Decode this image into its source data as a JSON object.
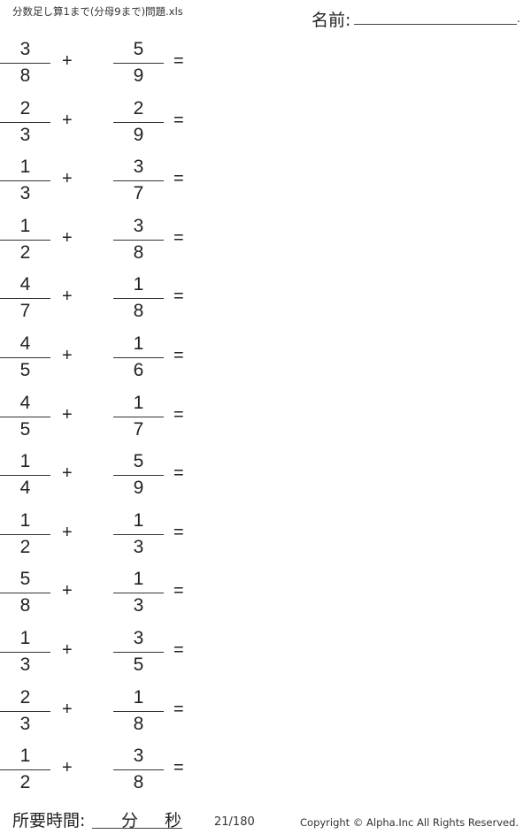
{
  "header": {
    "title": "分数足し算1まで(分母9まで)問題.xls",
    "name_label": "名前:",
    "name_end": "."
  },
  "problems": [
    {
      "a": [
        "3",
        "8"
      ],
      "b": [
        "5",
        "9"
      ]
    },
    {
      "a": [
        "2",
        "3"
      ],
      "b": [
        "2",
        "9"
      ]
    },
    {
      "a": [
        "1",
        "3"
      ],
      "b": [
        "3",
        "7"
      ]
    },
    {
      "a": [
        "1",
        "2"
      ],
      "b": [
        "3",
        "8"
      ]
    },
    {
      "a": [
        "4",
        "7"
      ],
      "b": [
        "1",
        "8"
      ]
    },
    {
      "a": [
        "4",
        "5"
      ],
      "b": [
        "1",
        "6"
      ]
    },
    {
      "a": [
        "4",
        "5"
      ],
      "b": [
        "1",
        "7"
      ]
    },
    {
      "a": [
        "1",
        "4"
      ],
      "b": [
        "5",
        "9"
      ]
    },
    {
      "a": [
        "1",
        "2"
      ],
      "b": [
        "1",
        "3"
      ]
    },
    {
      "a": [
        "5",
        "8"
      ],
      "b": [
        "1",
        "3"
      ]
    },
    {
      "a": [
        "1",
        "3"
      ],
      "b": [
        "3",
        "5"
      ]
    },
    {
      "a": [
        "2",
        "3"
      ],
      "b": [
        "1",
        "8"
      ]
    },
    {
      "a": [
        "1",
        "2"
      ],
      "b": [
        "3",
        "8"
      ]
    }
  ],
  "symbols": {
    "plus": "+",
    "equals": "="
  },
  "footer": {
    "time_label": "所要時間:",
    "minutes": "分",
    "seconds": "秒",
    "page": "21/180",
    "copyright": "Copyright ©  Alpha.Inc All Rights Reserved."
  }
}
